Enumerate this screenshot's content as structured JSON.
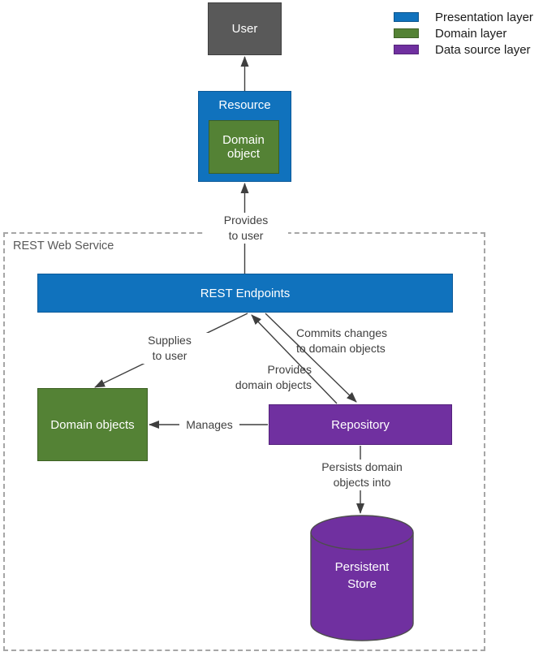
{
  "container": {
    "label": "REST Web Service"
  },
  "nodes": {
    "user": "User",
    "resource": "Resource",
    "domain_object": "Domain\nobject",
    "rest_endpoints": "REST Endpoints",
    "domain_objects": "Domain objects",
    "repository": "Repository",
    "persistent_store": "Persistent\nStore"
  },
  "edge_labels": {
    "provides_to_user": "Provides\nto user",
    "supplies_to_user": "Supplies\nto user",
    "provides_domain_objects": "Provides\ndomain objects",
    "commits_changes": "Commits changes\nto domain objects",
    "manages": "Manages",
    "persists": "Persists domain\nobjects into"
  },
  "legend": {
    "items": [
      {
        "label": "Presentation layer",
        "color": "#1072bd"
      },
      {
        "label": "Domain layer",
        "color": "#548235"
      },
      {
        "label": "Data source layer",
        "color": "#7030a0"
      }
    ]
  },
  "colors": {
    "presentation_layer": "#1072bd",
    "domain_layer": "#548235",
    "data_source_layer": "#7030a0",
    "user_node": "#595959"
  }
}
